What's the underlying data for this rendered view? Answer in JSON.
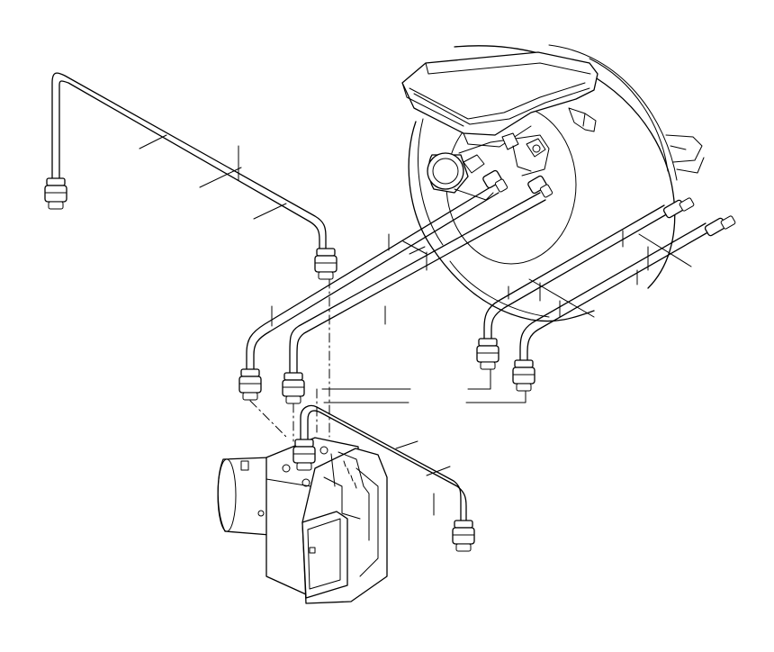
{
  "diagram": {
    "background": "#ffffff",
    "ink": "#000000",
    "components": [
      "brake-master-cylinder-reservoir",
      "brake-booster",
      "abs-hydraulic-unit",
      "brake-line-left-upper",
      "brake-line-center-1",
      "brake-line-center-2",
      "brake-line-right-1",
      "brake-line-right-2",
      "brake-line-lower"
    ]
  }
}
